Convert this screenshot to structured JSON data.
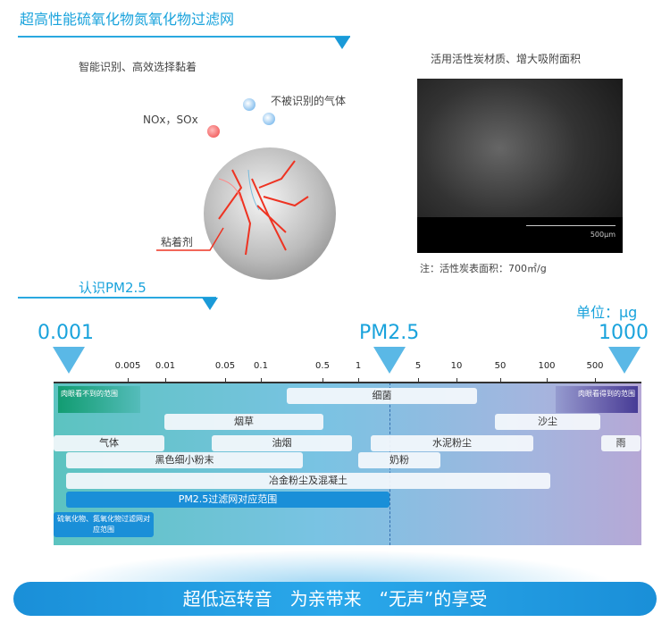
{
  "header": {
    "title": "超高性能硫氧化物氮氧化物过滤网"
  },
  "left_panel": {
    "caption": "智能识别、高效选择黏着",
    "label_pollutants": "NOx，SOx",
    "label_unrecognized": "不被识别的气体",
    "label_adhesive": "粘着剂"
  },
  "right_panel": {
    "caption": "活用活性炭材质、增大吸附面积",
    "scale_label": "500μm",
    "note": "注：活性炭表面积：700㎡/g"
  },
  "pm_section": {
    "title": "认识PM2.5",
    "unit": "单位：μg",
    "marker_left": "0.001",
    "marker_mid": "PM2.5",
    "marker_right": "1000",
    "ticks": [
      "0.005",
      "0.01",
      "0.05",
      "0.1",
      "0.5",
      "1",
      "5",
      "10",
      "50",
      "100",
      "500"
    ],
    "invisible_label": "肉眼看不到的范围",
    "visible_label": "肉眼看得到的范围",
    "bars": [
      "细菌",
      "烟草",
      "沙尘",
      "气体",
      "油烟",
      "水泥粉尘",
      "雨",
      "黑色细小粉末",
      "奶粉",
      "冶金粉尘及混凝土"
    ],
    "pm25_filter": "PM2.5过滤网对应范围",
    "sox_filter": "硫氧化物、氮氧化物过滤网对应范围"
  },
  "colors": {
    "accent": "#1aa3dc",
    "invisible": "#14a07a",
    "visible": "#4a3f9a",
    "filter": "#1a8fd8"
  },
  "banner": {
    "text": "超低运转音　为亲带来　“无声”的享受"
  }
}
